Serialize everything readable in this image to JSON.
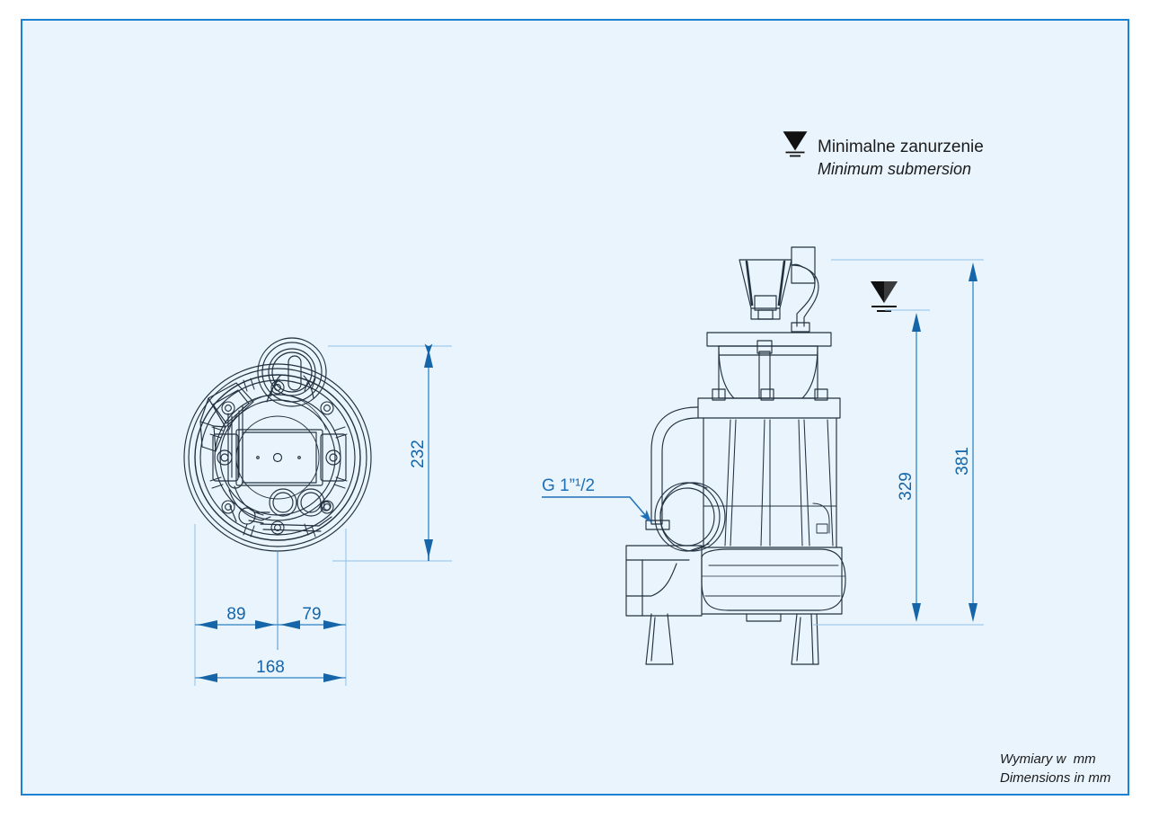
{
  "sheet": {
    "background_color": "#e9f4fc",
    "border_color": "#1b81d2",
    "dimension_color": "#1d70b8",
    "drawing_color": "#22313f"
  },
  "legend": {
    "symbol_name": "minimum-submersion-level-symbol",
    "line_pl": "Minimalne zanurzenie",
    "line_en": "Minimum submersion"
  },
  "callouts": {
    "thread": "G 1”¹/2"
  },
  "dimensions": {
    "front_height": "232",
    "front_left_offset": "89",
    "front_right_offset": "79",
    "front_total_width": "168",
    "side_submersion_height": "329",
    "side_total_height": "381"
  },
  "views": {
    "front_view_name": "pump-front-view",
    "side_view_name": "pump-side-view"
  },
  "footer": {
    "line_pl": "Wymiary w  mm",
    "line_en": "Dimensions in mm"
  }
}
